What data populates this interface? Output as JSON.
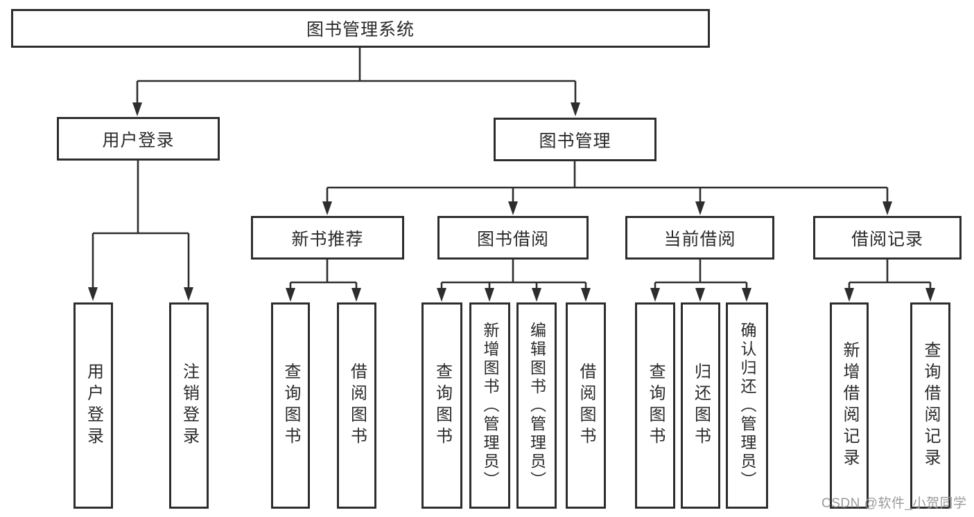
{
  "diagram": {
    "root_label": "图书管理系统",
    "user_login": {
      "label": "用户登录",
      "children": [
        "用户登录",
        "注销登录"
      ]
    },
    "book_mgmt": {
      "label": "图书管理",
      "sections": [
        {
          "label": "新书推荐",
          "children": [
            "查询图书",
            "借阅图书"
          ]
        },
        {
          "label": "图书借阅",
          "children": [
            "查询图书",
            "新增图书（管理员）",
            "编辑图书（管理员）",
            "借阅图书"
          ]
        },
        {
          "label": "当前借阅",
          "children": [
            "查询图书",
            "归还图书",
            "确认归还（管理员）"
          ]
        },
        {
          "label": "借阅记录",
          "children": [
            "新增借阅记录",
            "查询借阅记录"
          ]
        }
      ]
    }
  },
  "watermark": "CSDN @软件_小贺同学",
  "colors": {
    "line": "#2d2d2d",
    "box_border": "#2d2d2d",
    "box_fill": "#ffffff",
    "background": "#ffffff",
    "watermark_text": "#9a9a9a"
  }
}
